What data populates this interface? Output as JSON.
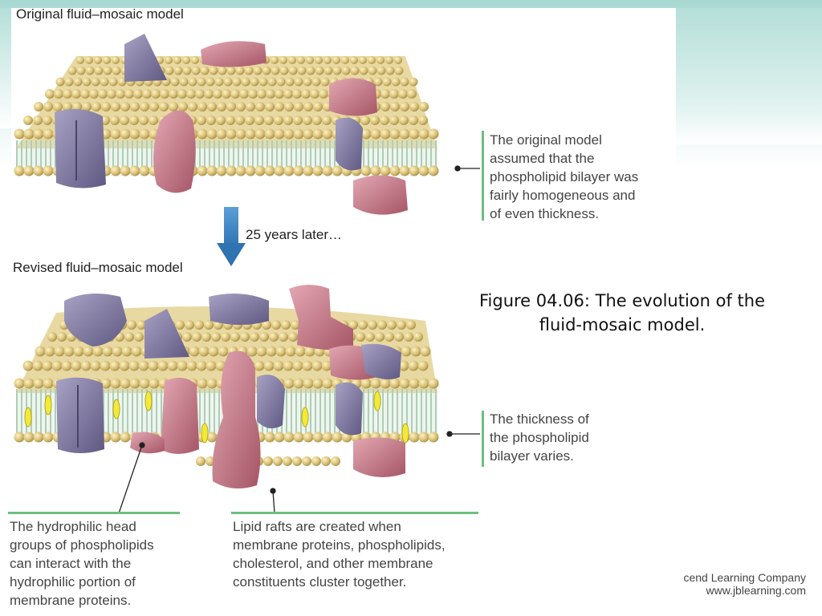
{
  "top_title": "Original fluid–mosaic model",
  "arrow_text": "25 years later…",
  "bottom_title": "Revised fluid–mosaic model",
  "note_original": [
    "The original model",
    "assumed that the",
    "phospholipid bilayer was",
    "fairly homogeneous and",
    "of even thickness."
  ],
  "note_thickness": [
    "The thickness of",
    "the phospholipid",
    "bilayer varies."
  ],
  "note_hydrophilic": [
    "The hydrophilic head",
    "groups of phospholipids",
    "can interact with the",
    "hydrophilic portion of",
    "membrane proteins."
  ],
  "note_rafts": [
    "Lipid rafts are created when",
    "membrane proteins, phospholipids,",
    "cholesterol, and other membrane",
    "constituents cluster together."
  ],
  "caption": [
    "Figure 04.06: The evolution of the",
    "fluid-mosaic model."
  ],
  "footer": [
    "cend Learning Company",
    "www.jblearning.com"
  ],
  "colors": {
    "accent_green": "#6bbf7f",
    "lipid_head": "#d9c27a",
    "tail": "#a9cbb0",
    "protein_purple": "#8a83a8",
    "protein_pink": "#c97f8d",
    "arrow_blue": "#3f86c4"
  }
}
